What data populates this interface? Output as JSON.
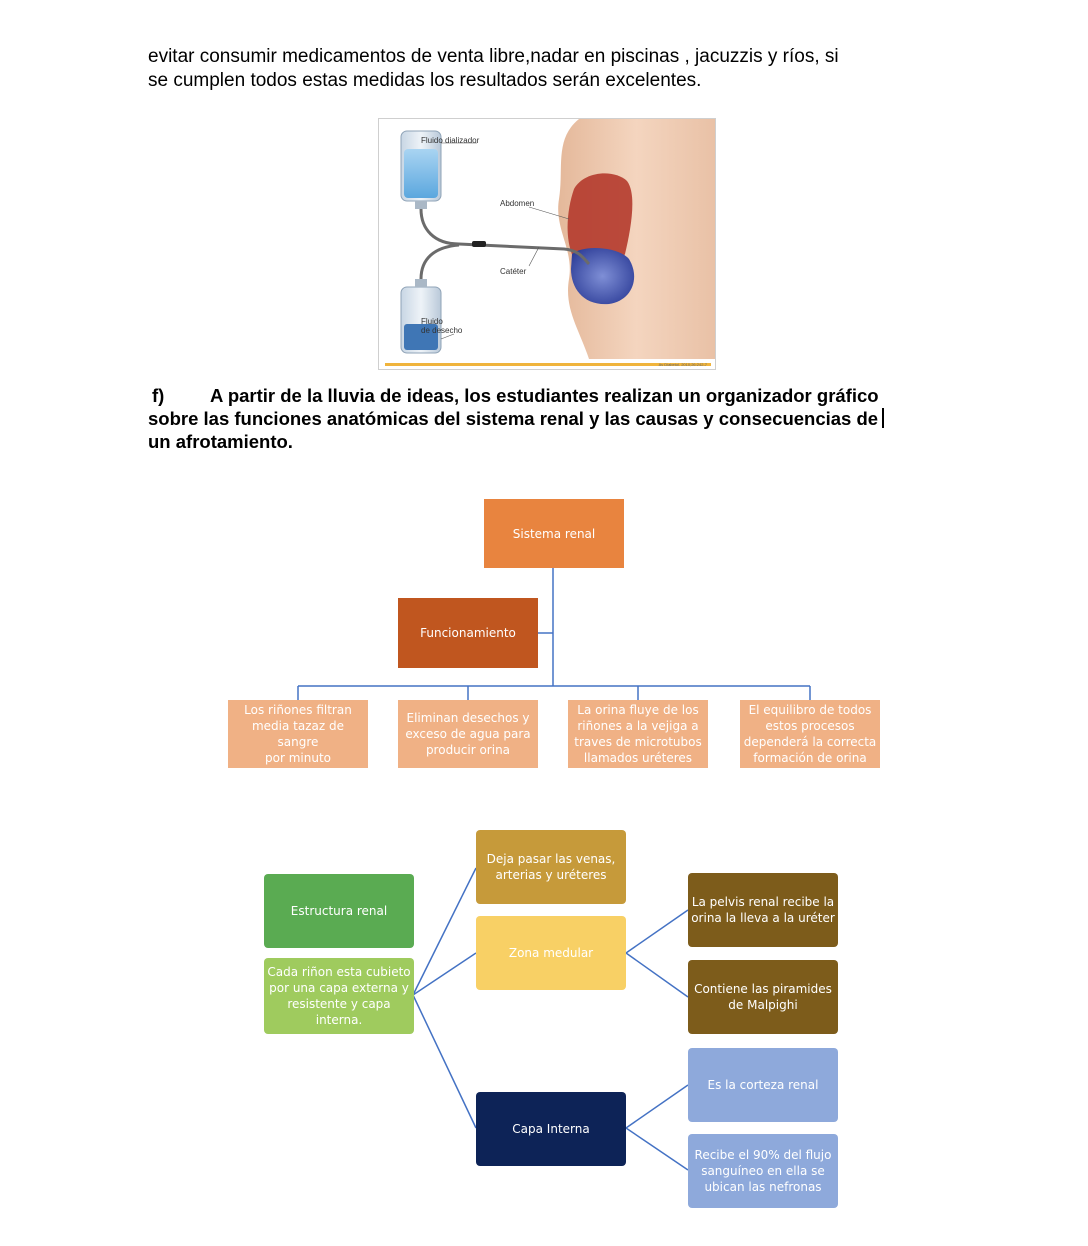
{
  "intro": {
    "line1": "evitar consumir medicamentos de venta libre,nadar en piscinas , jacuzzis y ríos, si",
    "line2": "se cumplen todos estas medidas los resultados serán excelentes."
  },
  "figure": {
    "label_fluid_dialyzer": "Fluido dializador",
    "label_abdomen": "Abdomen",
    "label_catheter": "Catéter",
    "label_waste_1": "Fluido",
    "label_waste_2": "de desecho",
    "credit": "Av Diabetol. 2010;26:242-7"
  },
  "section_f": {
    "label": "f)",
    "line1": "A partir de la lluvia de ideas, los estudiantes realizan un organizador gráfico",
    "line2": "sobre las funciones anatómicas del sistema renal y las causas y consecuencias de",
    "line3": "un afrotamiento."
  },
  "org_chart": {
    "root": "Sistema renal",
    "branch": "Funcionamiento",
    "children": [
      [
        "Los riñones filtran",
        "media tazaz de sangre",
        "por minuto"
      ],
      [
        "Eliminan desechos y",
        "exceso de agua para",
        "producir orina"
      ],
      [
        "La orina fluye de los",
        "riñones a la vejiga a",
        "traves de microtubos",
        "llamados uréteres"
      ],
      [
        "El equilibro de todos",
        "estos procesos",
        "dependerá la correcta",
        "formación de orina"
      ]
    ]
  },
  "mind_map": {
    "title": "Estructura renal",
    "center": [
      "Cada riñon esta cubieto",
      "por una capa externa y",
      "resistente y capa",
      "interna."
    ],
    "top": [
      "Deja pasar las venas,",
      "arterias y uréteres"
    ],
    "zona_medular": "Zona medular",
    "capa_interna": "Capa Interna",
    "medular_children": [
      [
        "La pelvis renal recibe la",
        "orina la lleva a la uréter"
      ],
      [
        "Contiene las piramides",
        "de  Malpighi"
      ]
    ],
    "interna_children": [
      [
        "Es la corteza renal"
      ],
      [
        "Recibe el 90% del flujo",
        "sanguíneo en ella se",
        "ubican las nefronas"
      ]
    ]
  },
  "colors": {
    "orange": "#e8843f",
    "dark_orange": "#c0561f",
    "peach": "#f0b185",
    "tan": "#c69a3a",
    "yellow": "#f8d065",
    "green": "#5aab52",
    "light_green": "#9fcb5e",
    "brown": "#7d5c1b",
    "navy": "#0d2357",
    "light_blue": "#8ea9db",
    "connector": "#4472c4"
  }
}
